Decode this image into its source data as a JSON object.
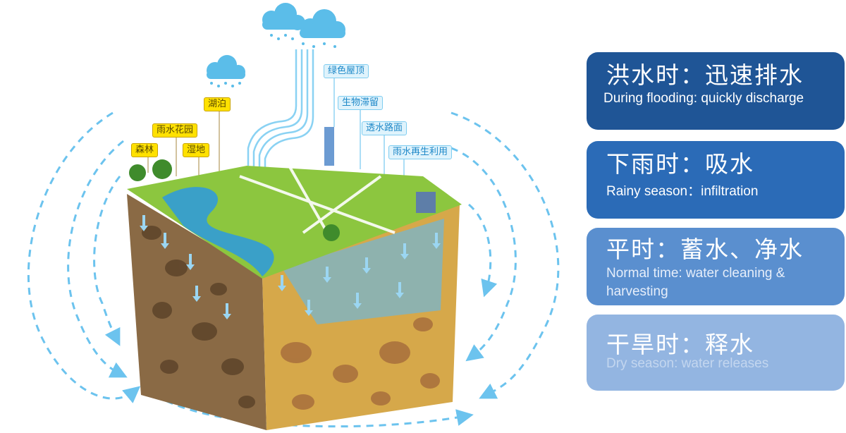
{
  "labels": {
    "forest": "森林",
    "rain_garden": "雨水花园",
    "wetland": "湿地",
    "lake": "湖泊",
    "green_roof": "绿色屋顶",
    "bioretention": "生物滞留",
    "permeable_pavement": "透水路面",
    "rainwater_reuse": "雨水再生利用"
  },
  "panels": [
    {
      "zh": "洪水时：迅速排水",
      "en": "During flooding: quickly discharge",
      "color": "#1f5596"
    },
    {
      "zh": "下雨时：吸水",
      "en": "Rainy season：infiltration",
      "color": "#2b6bb7"
    },
    {
      "zh": "平时：蓄水、净水",
      "en": "Normal time: water cleaning & harvesting",
      "color": "#5a8fcf"
    },
    {
      "zh": "干旱时：释水",
      "en": "Dry season: water releases",
      "color": "#93b5e1"
    }
  ]
}
